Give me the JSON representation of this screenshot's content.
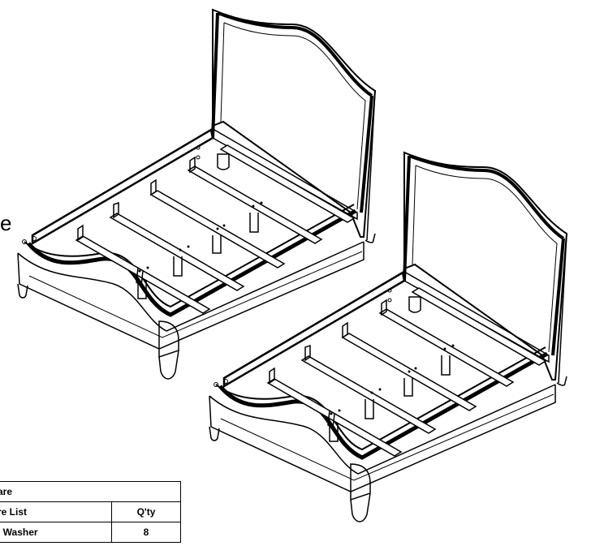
{
  "diagram": {
    "side_label": "e",
    "beds": [
      "bed-top-left",
      "bed-bottom-right"
    ]
  },
  "hardware_table": {
    "title": "are",
    "header": {
      "name": "re  List",
      "qty": "Q'ty"
    },
    "rows": [
      {
        "name": "l  Washer",
        "qty": "8"
      }
    ]
  }
}
